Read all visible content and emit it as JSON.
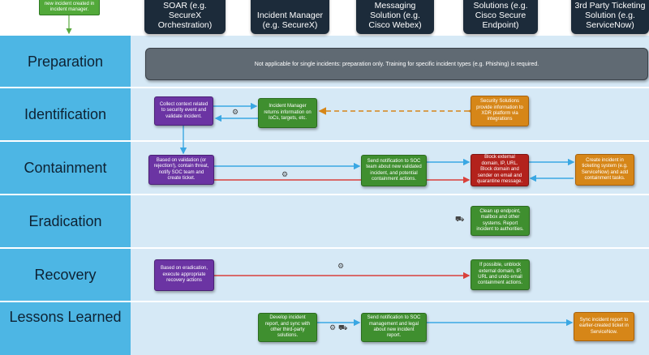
{
  "top_box": "new incident created in incident manager.",
  "headers": [
    "SOAR (e.g. SecureX Orchestration)",
    "Incident Manager (e.g. SecureX)",
    "Messaging Solution (e.g. Cisco Webex)",
    "Security Solutions (e.g. Cisco Secure Endpoint)",
    "3rd Party Ticketing Solution (e.g. ServiceNow)"
  ],
  "lanes": [
    "Preparation",
    "Identification",
    "Containment",
    "Eradication",
    "Recovery",
    "Lessons Learned"
  ],
  "preparation_note": "Not applicable for single incidents: preparation only. Training for specific incident types (e.g. Phishing) is required.",
  "boxes": {
    "id_collect": "Collect context related to security event and validate incident.",
    "id_incident_manager": "Incident Manager returns information on IoCs, targets, etc.",
    "id_security": "Security Solutions provide information to XDR platform via integrations",
    "ct_validation": "Based on validation (or rejection!), contain threat, notify SOC team and create ticket.",
    "ct_notify": "Send notification to SOC team about new validated incident, and potential containment actions.",
    "ct_block": "Block external domain, IP, URL. Block domain and sender on email and quarantine message.",
    "ct_ticket": "Create incident in ticketing system (e.g. ServiceNow) and add containment tasks.",
    "er_clean": "Clean up endpoint, mailbox and other systems. Report incident to authorities.",
    "rc_based": "Based on eradication, execute appropriate recovery actions",
    "rc_unblock": "If possible, unblock external domain, IP, URL and undo email containment actions.",
    "ll_develop": "Develop incident report, and sync with other third-party solutions.",
    "ll_notify": "Send notification to SOC management and legal about new incident report.",
    "ll_sync": "Sync incident report to earlier-created ticket in ServiceNow."
  },
  "colors": {
    "lane_label": "#4db6e4",
    "lane_body": "#d6e9f6",
    "header": "#1c2b3a",
    "purple": "#6b34a3",
    "green": "#3f8f2f",
    "orange": "#d68618",
    "red": "#b3221c",
    "flow_blue": "#3aa7e3",
    "flow_red": "#d9413b",
    "flow_orange": "#d68618"
  },
  "icons": [
    "gear-icon",
    "gear-icon",
    "gear-icon",
    "robot-icon",
    "gear-icon",
    "gear-icon",
    "robot-icon"
  ]
}
